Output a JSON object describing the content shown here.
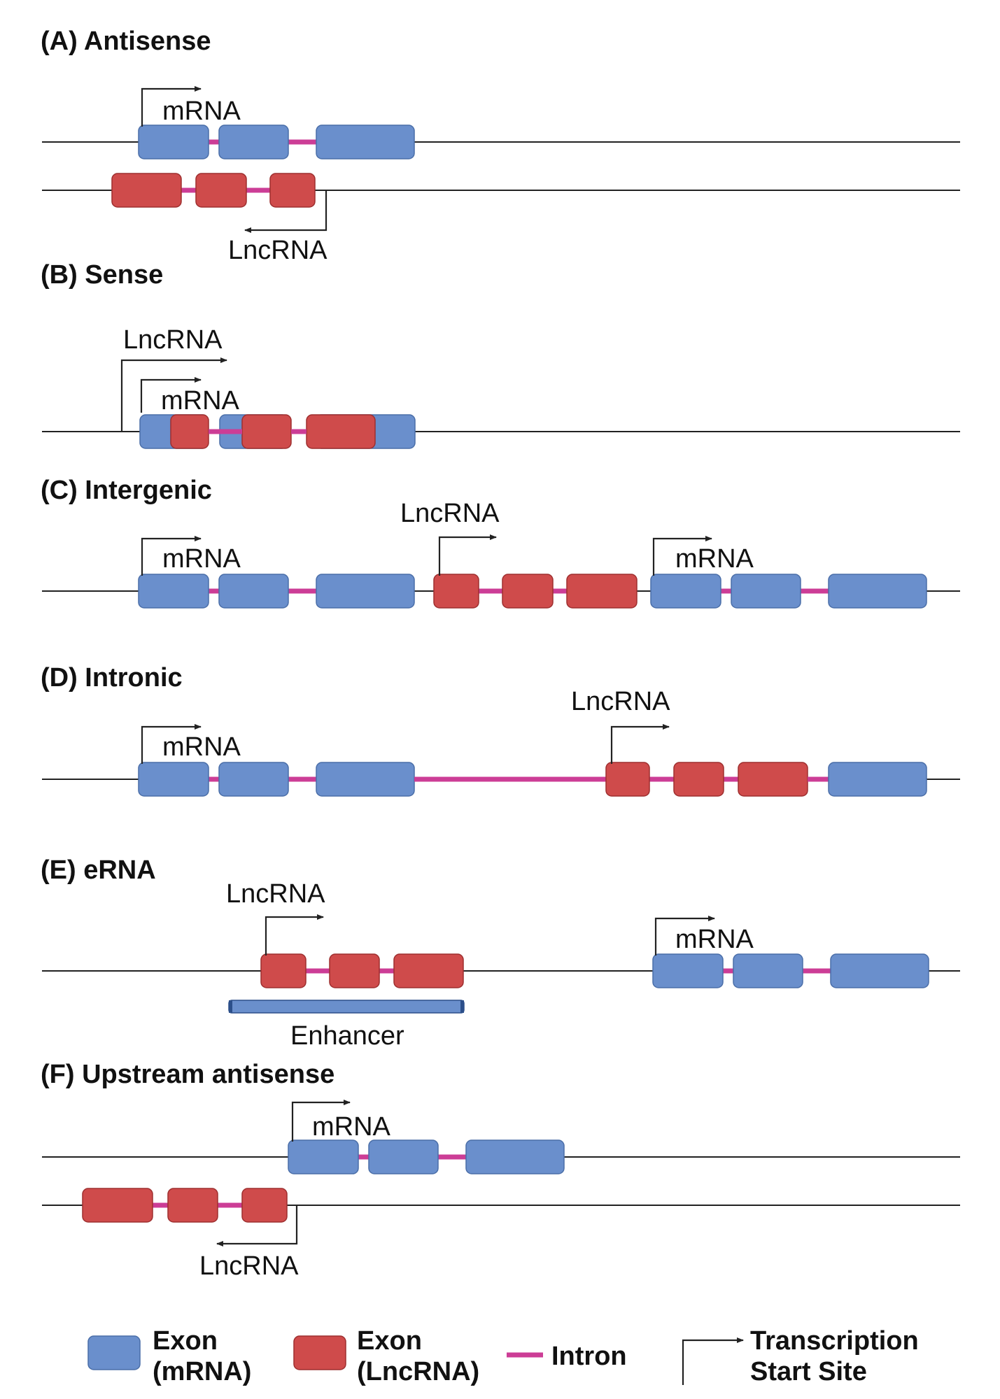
{
  "colors": {
    "exon_mrna": "#6a8fcc",
    "exon_mrna_stroke": "#4a6ea8",
    "exon_lncrna": "#cf4b4b",
    "exon_lncrna_stroke": "#9e2f2f",
    "intron": "#cc3d96",
    "line": "#222222",
    "enhancer": "#6a8fcc",
    "enhancer_edge": "#2c4f8a"
  },
  "panels": [
    {
      "id": "A",
      "title": "(A) Antisense"
    },
    {
      "id": "B",
      "title": "(B) Sense"
    },
    {
      "id": "C",
      "title": "(C) Intergenic"
    },
    {
      "id": "D",
      "title": "(D) Intronic"
    },
    {
      "id": "E",
      "title": "(E) eRNA"
    },
    {
      "id": "F",
      "title": "(F) Upstream antisense"
    }
  ],
  "labels": {
    "mrna": "mRNA",
    "lncrna": "LncRNA",
    "enhancer": "Enhancer"
  },
  "legend": {
    "exon_mrna_line1": "Exon",
    "exon_mrna_line2": "(mRNA)",
    "exon_lncrna_line1": "Exon",
    "exon_lncrna_line2": "(LncRNA)",
    "intron": "Intron",
    "tss_line1": "Transcription",
    "tss_line2": "Start Site"
  }
}
